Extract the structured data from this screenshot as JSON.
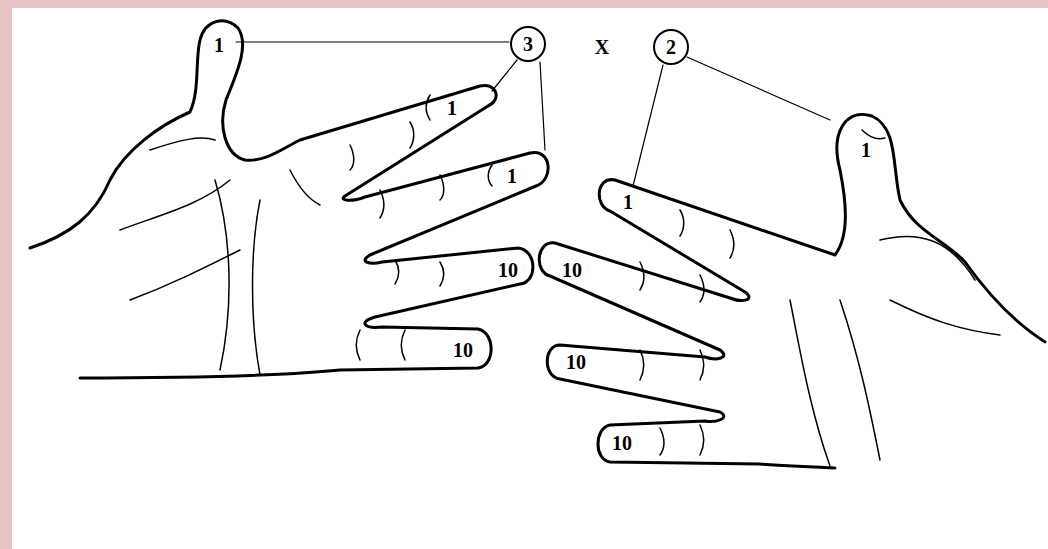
{
  "diagram": {
    "nodes": [
      {
        "text": [
          "3"
        ]
      },
      {
        "text": [
          "2"
        ]
      }
    ],
    "labels": [
      "1",
      "1",
      "1",
      "10",
      "10",
      "X",
      "1",
      "1",
      "10",
      "10",
      "10"
    ]
  }
}
